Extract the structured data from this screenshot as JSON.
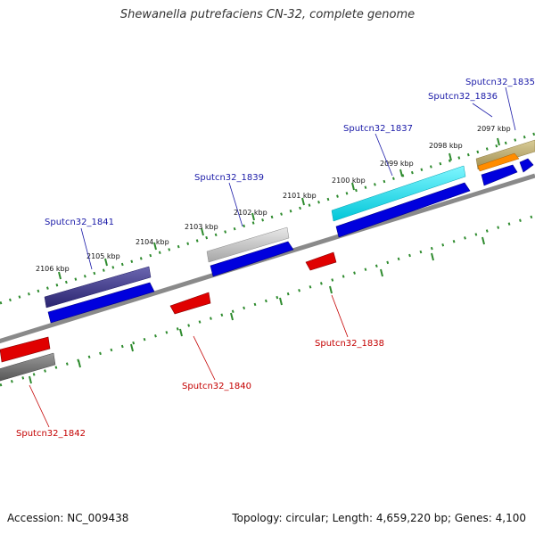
{
  "title": "Shewanella putrefaciens CN-32, complete genome",
  "footer": {
    "accession": "Accession: NC_009438",
    "topology": "Topology: circular; Length: 4,659,220 bp; Genes: 4,100"
  },
  "ruler_labels": [
    "2106 kbp",
    "2105 kbp",
    "2104 kbp",
    "2103 kbp",
    "2102 kbp",
    "2101 kbp",
    "2100 kbp",
    "2099 kbp",
    "2098 kbp",
    "2097 kbp"
  ],
  "gene_labels": {
    "plus": [
      "Sputcn32_1841",
      "Sputcn32_1839",
      "Sputcn32_1837",
      "Sputcn32_1836",
      "Sputcn32_1835"
    ],
    "minus": [
      "Sputcn32_1842",
      "Sputcn32_1840",
      "Sputcn32_1838"
    ]
  },
  "colors": {
    "plus_strand": "#0000dd",
    "minus_strand": "#dd0000",
    "backbone": "#888888",
    "ticks": "#2e8b2e",
    "orange_gene": "#ff8c00",
    "cyan_feature": "#00e0ee",
    "navy_feature": "#3a3380",
    "olive_feature": "#b8a86a",
    "silver_feature": "#b8b8b8",
    "gray_feature": "#666666"
  }
}
